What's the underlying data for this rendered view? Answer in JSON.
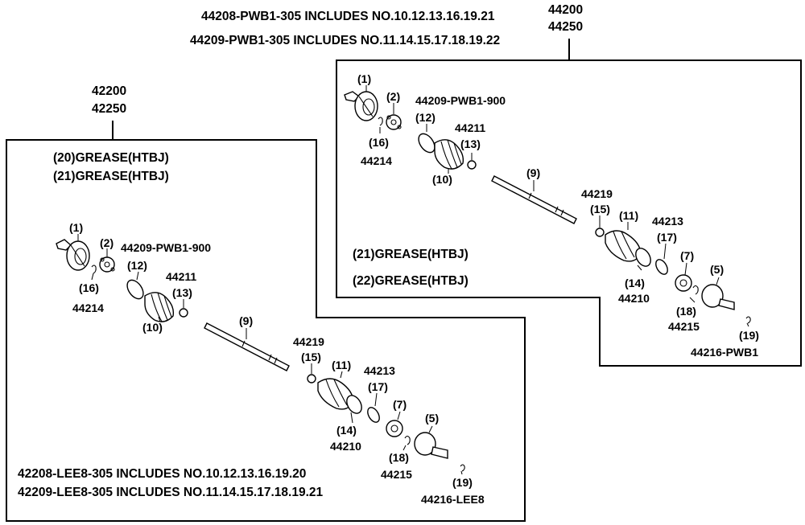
{
  "top_header": {
    "line1": "44208-PWB1-305 INCLUDES NO.10.12.13.16.19.21",
    "line2": "44209-PWB1-305 INCLUDES NO.11.14.15.17.18.19.22",
    "assembly_no_1": "44200",
    "assembly_no_2": "44250"
  },
  "left_header": {
    "assembly_no_1": "42200",
    "assembly_no_2": "42250"
  },
  "right_box": {
    "grease_1": "(21)GREASE(HTBJ)",
    "grease_2": "(22)GREASE(HTBJ)",
    "labels": {
      "p1": "(1)",
      "p2": "(2)",
      "p16": "(16)",
      "n44214": "44214",
      "n44209": "44209-PWB1-900",
      "p12": "(12)",
      "n44211": "44211",
      "p13": "(13)",
      "p10": "(10)",
      "p9": "(9)",
      "n44219": "44219",
      "p15": "(15)",
      "p11": "(11)",
      "n44213": "44213",
      "p17": "(17)",
      "p7": "(7)",
      "p5": "(5)",
      "p14": "(14)",
      "n44210": "44210",
      "p18": "(18)",
      "n44215": "44215",
      "p19": "(19)",
      "n44216": "44216-PWB1"
    }
  },
  "left_box": {
    "grease_1": "(20)GREASE(HTBJ)",
    "grease_2": "(21)GREASE(HTBJ)",
    "footer_1": "42208-LEE8-305 INCLUDES NO.10.12.13.16.19.20",
    "footer_2": "42209-LEE8-305 INCLUDES NO.11.14.15.17.18.19.21",
    "labels": {
      "p1": "(1)",
      "p2": "(2)",
      "n44209": "44209-PWB1-900",
      "p12": "(12)",
      "p16": "(16)",
      "n44214": "44214",
      "n44211": "44211",
      "p13": "(13)",
      "p10": "(10)",
      "p9": "(9)",
      "n44219": "44219",
      "p15": "(15)",
      "p11": "(11)",
      "n44213": "44213",
      "p17": "(17)",
      "p7": "(7)",
      "p5": "(5)",
      "p14": "(14)",
      "n44210": "44210",
      "p18": "(18)",
      "n44215": "44215",
      "p19": "(19)",
      "n44216": "44216-LEE8"
    }
  }
}
